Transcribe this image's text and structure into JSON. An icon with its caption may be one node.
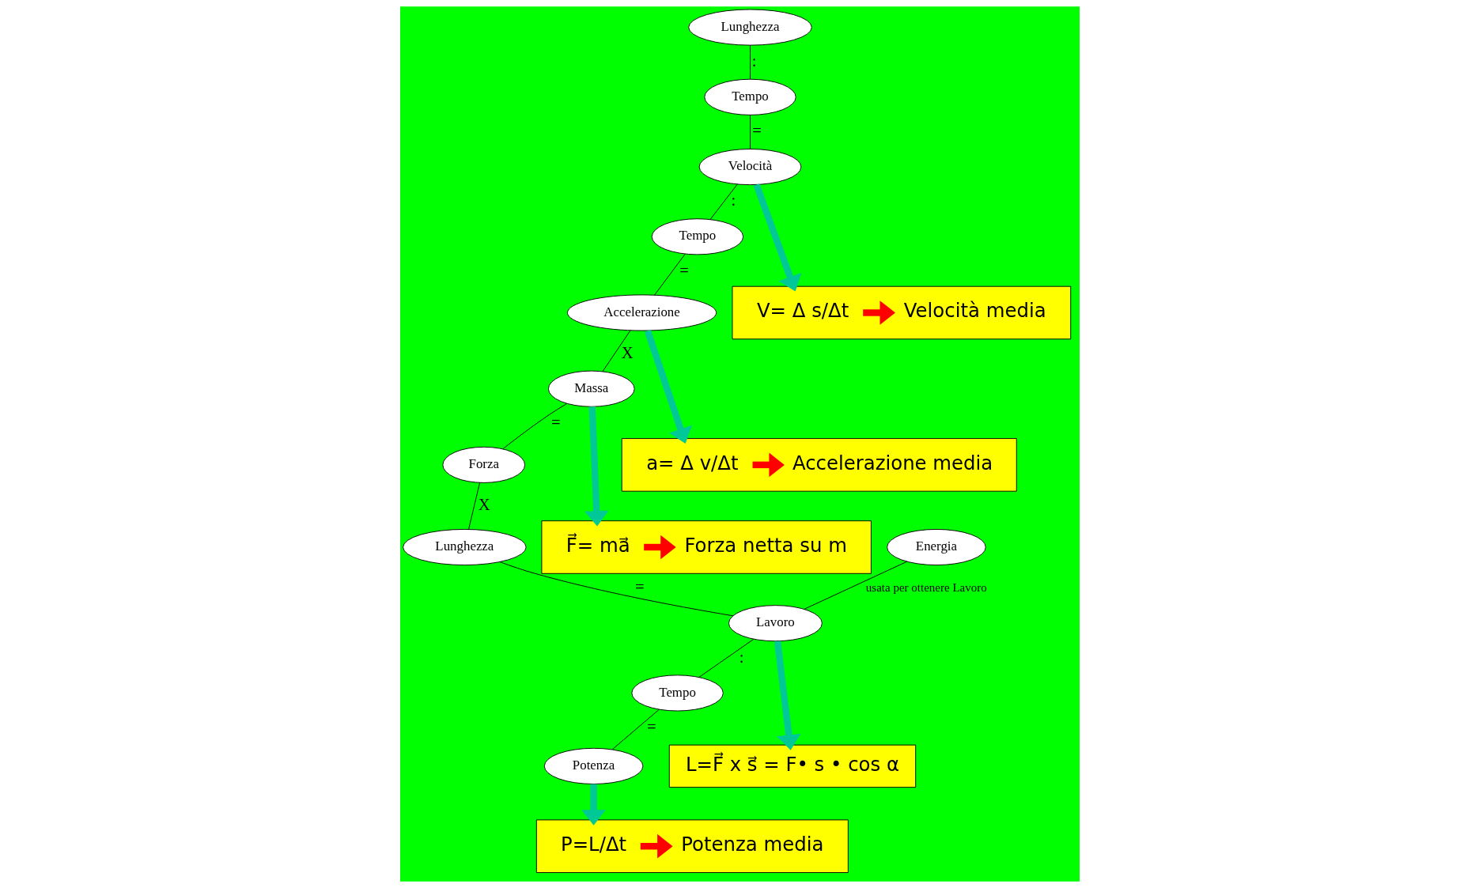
{
  "diagram": {
    "nodes": [
      {
        "text": [
          "Lunghezza"
        ]
      },
      {
        "text": [
          "Tempo"
        ]
      },
      {
        "text": [
          "Velocità"
        ]
      },
      {
        "text": [
          "Tempo"
        ]
      },
      {
        "text": [
          "Accelerazione"
        ]
      },
      {
        "text": [
          "Massa"
        ]
      },
      {
        "text": [
          "Forza"
        ]
      },
      {
        "text": [
          "Lunghezza"
        ]
      },
      {
        "text": [
          "Energia"
        ]
      },
      {
        "text": [
          "Lavoro"
        ]
      },
      {
        "text": [
          "Tempo"
        ]
      },
      {
        "text": [
          "Potenza"
        ]
      },
      {
        "text": [],
        "shape": "box"
      },
      {
        "text": [
          "V= Δ s/Δt"
        ],
        "in": 12
      },
      {
        "text": [
          "Velocità media"
        ],
        "in": 12
      },
      {
        "text": [],
        "shape": "box"
      },
      {
        "text": [
          "a= Δ v/Δt"
        ],
        "in": 15
      },
      {
        "text": [
          "Accelerazione media"
        ],
        "in": 15
      },
      {
        "text": [],
        "shape": "box"
      },
      {
        "text": [
          "F⃗= ma⃗"
        ],
        "in": 18
      },
      {
        "text": [
          "Forza netta su m"
        ],
        "in": 18
      },
      {
        "text": [
          "L=F⃗ x s⃗ = F• s • cos α"
        ]
      },
      {
        "text": [],
        "shape": "box"
      },
      {
        "text": [
          "P=L/Δt"
        ],
        "in": 22
      },
      {
        "text": [
          "Potenza media"
        ],
        "in": 22
      }
    ],
    "edges": [
      {
        "from": 0,
        "to": 1,
        "arrow": "none",
        "label": ":"
      },
      {
        "from": 1,
        "to": 2,
        "arrow": "none",
        "label": "="
      },
      {
        "from": 2,
        "to": 3,
        "arrow": "none",
        "label": ":"
      },
      {
        "from": 3,
        "to": 4,
        "arrow": "none",
        "label": "="
      },
      {
        "from": 4,
        "to": 5,
        "arrow": "none",
        "label": "X"
      },
      {
        "from": 5,
        "to": 6,
        "arrow": "none",
        "label": "="
      },
      {
        "from": 6,
        "to": 7,
        "arrow": "none",
        "label": "X"
      },
      {
        "from": 7,
        "to": 9,
        "arrow": "none",
        "label": "="
      },
      {
        "from": 8,
        "to": 9,
        "arrow": "none",
        "label": "usata per ottenere Lavoro"
      },
      {
        "from": 9,
        "to": 10,
        "arrow": "none",
        "label": ":"
      },
      {
        "from": 10,
        "to": 11,
        "arrow": "none",
        "label": "="
      },
      {
        "from": 2,
        "to": 12,
        "arrow": "to",
        "style": "thick",
        "color": "#00c896"
      },
      {
        "from": 4,
        "to": 15,
        "arrow": "to",
        "style": "thick",
        "color": "#00c896"
      },
      {
        "from": 5,
        "to": 18,
        "arrow": "to",
        "style": "thick",
        "color": "#00c896"
      },
      {
        "from": 9,
        "to": 21,
        "arrow": "to",
        "style": "thick",
        "color": "#00c896"
      },
      {
        "from": 11,
        "to": 22,
        "arrow": "to",
        "style": "thick",
        "color": "#00c896"
      },
      {
        "from": 13,
        "to": 14,
        "arrow": "to",
        "style": "thick",
        "color": "#ff0000"
      },
      {
        "from": 16,
        "to": 17,
        "arrow": "to",
        "style": "thick",
        "color": "#ff0000"
      },
      {
        "from": 19,
        "to": 20,
        "arrow": "to",
        "style": "thick",
        "color": "#ff0000"
      },
      {
        "from": 23,
        "to": 24,
        "arrow": "to",
        "style": "thick",
        "color": "#ff0000"
      }
    ]
  }
}
